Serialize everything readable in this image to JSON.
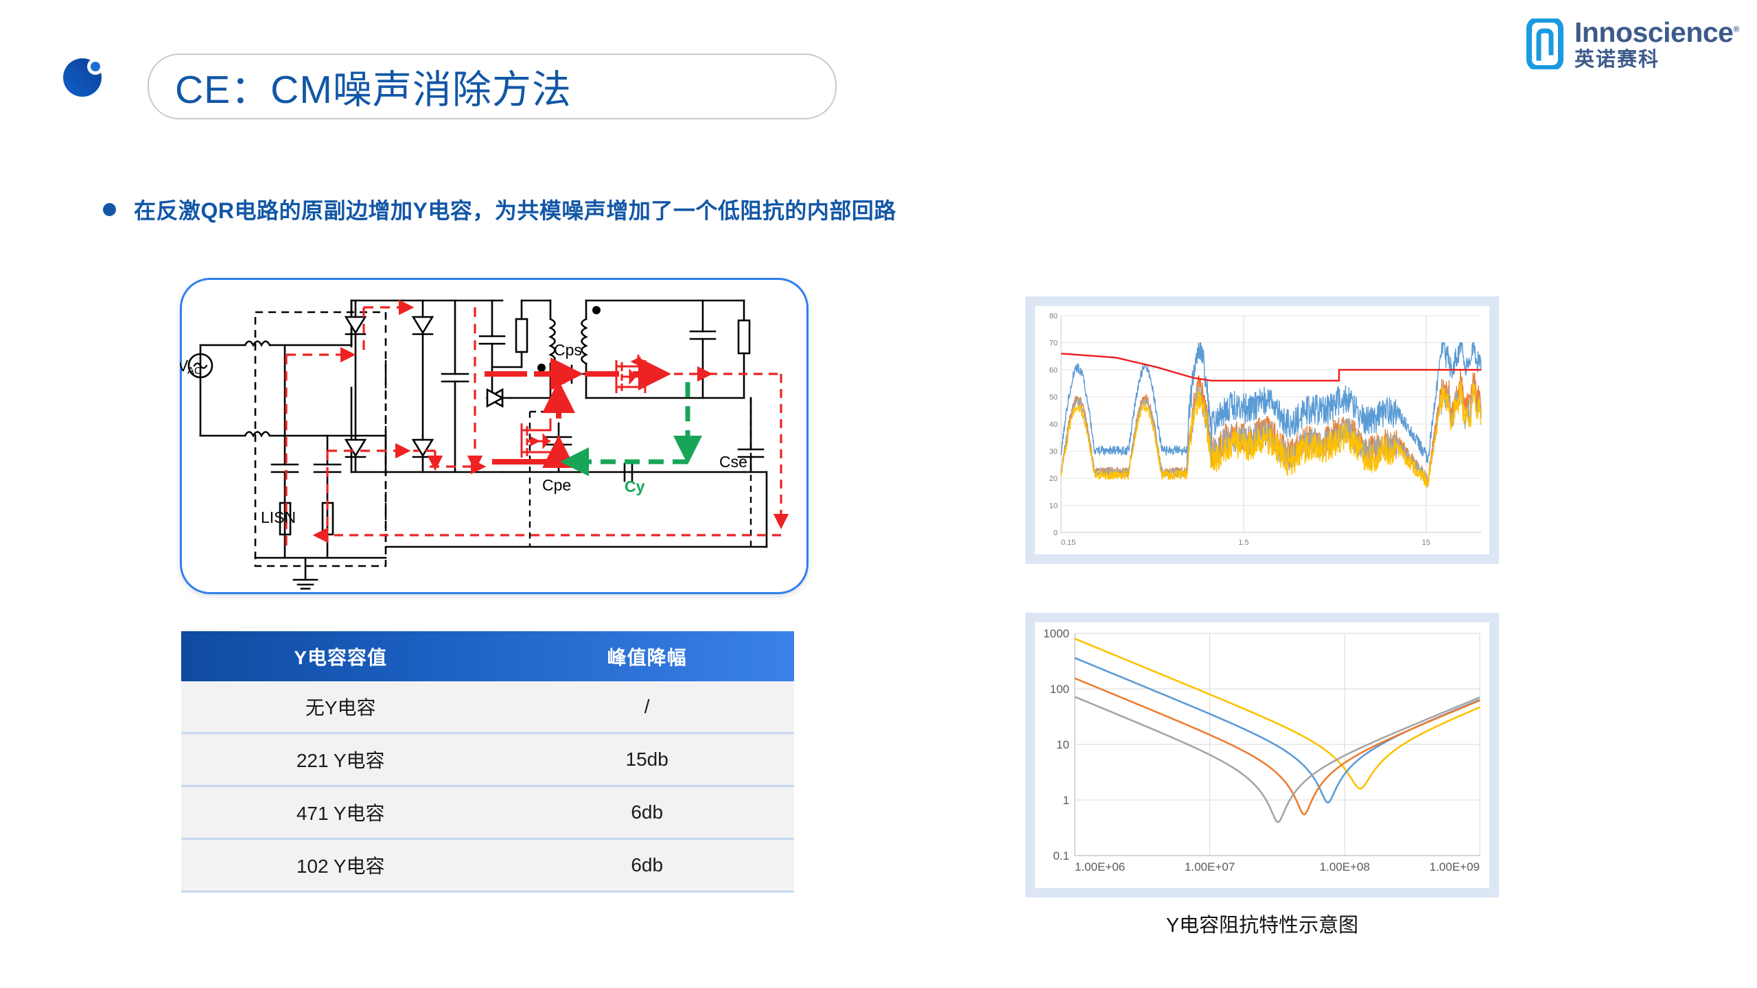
{
  "brand": {
    "name_en": "Innoscience",
    "name_cn": "英诺赛科",
    "trademark": "®",
    "mark_icon": "innoscience-logo-icon",
    "color": "#3c5a8a",
    "mark_color": "#1a9ae0"
  },
  "slide": {
    "title": "CE：CM噪声消除方法",
    "title_color": "#1257a6",
    "badge_icon": "blue-circle-badge-icon",
    "bullet": {
      "marker_icon": "bullet-dot-icon",
      "text": "在反激QR电路的原副边增加Y电容，为共模噪声增加了一个低阻抗的内部回路",
      "color": "#1257a6"
    }
  },
  "circuit": {
    "title": "flyback-qr-cm-noise-path-diagram",
    "border_color": "#2f80ed",
    "labels": {
      "vac": "V",
      "vac_sub": "AC",
      "lisn": "LISN",
      "cps": "Cps",
      "cpe": "Cpe",
      "cy": "Cy",
      "cse": "Cse"
    },
    "path_colors": {
      "cm_noise_red": "#ee2222",
      "y_cap_loop_green": "#18a558",
      "wire_black": "#000000"
    }
  },
  "table": {
    "headers": [
      "Y电容容值",
      "峰值降幅"
    ],
    "header_gradient": [
      "#0f4ba0",
      "#3b82e8"
    ],
    "rows": [
      [
        "无Y电容",
        "/"
      ],
      [
        "221 Y电容",
        "15db"
      ],
      [
        "471 Y电容",
        "6db"
      ],
      [
        "102 Y电容",
        "6db"
      ]
    ]
  },
  "chart_data": [
    {
      "type": "line",
      "name": "ce-emi-spectrum-chart",
      "title": "",
      "xlabel": "",
      "ylabel": "",
      "xscale": "log",
      "xlim": [
        0.15,
        30
      ],
      "ylim": [
        0,
        80
      ],
      "xticks": [
        "0.15",
        "1.5",
        "15"
      ],
      "yticks": [
        "0",
        "10",
        "20",
        "30",
        "40",
        "50",
        "60",
        "70",
        "80"
      ],
      "grid": true,
      "legend": "none",
      "series": [
        {
          "name": "limit-line",
          "color": "#ee1b1b",
          "kind": "limit",
          "points": [
            [
              0.15,
              66
            ],
            [
              0.3,
              64.5
            ],
            [
              0.5,
              61
            ],
            [
              0.8,
              57
            ],
            [
              1.0,
              56
            ],
            [
              5.0,
              56
            ],
            [
              5.0,
              60
            ],
            [
              30,
              60
            ]
          ]
        },
        {
          "name": "no-y-cap",
          "color": "#5b9bd5",
          "peak": 69,
          "floor": 28,
          "avg": 47
        },
        {
          "name": "y-cap-221",
          "color": "#ed7d31",
          "peak": 55,
          "floor": 20,
          "avg": 36
        },
        {
          "name": "y-cap-471",
          "color": "#a5a5a5",
          "peak": 52,
          "floor": 20,
          "avg": 35
        },
        {
          "name": "y-cap-102",
          "color": "#ffc000",
          "peak": 51,
          "floor": 19,
          "avg": 33
        }
      ]
    },
    {
      "type": "line",
      "name": "y-cap-impedance-chart",
      "title": "Y电容阻抗特性示意图",
      "xlabel": "",
      "ylabel": "",
      "xscale": "log",
      "yscale": "log",
      "xlim": [
        1000000,
        1000000000
      ],
      "ylim": [
        0.1,
        1000
      ],
      "xticks": [
        "1.00E+06",
        "1.00E+07",
        "1.00E+08",
        "1.00E+09"
      ],
      "yticks": [
        "0.1",
        "1",
        "10",
        "100",
        "1000"
      ],
      "grid": true,
      "legend": "none",
      "series": [
        {
          "name": "102-y-cap",
          "color": "#ffc000",
          "z_start": 800,
          "f_res": 130000000.0,
          "z_min": 1.6
        },
        {
          "name": "471-y-cap",
          "color": "#5b9bd5",
          "z_start": 360,
          "f_res": 75000000.0,
          "z_min": 0.9
        },
        {
          "name": "221-y-cap",
          "color": "#ed7d31",
          "z_start": 155,
          "f_res": 50000000.0,
          "z_min": 0.55
        },
        {
          "name": "101-y-cap",
          "color": "#a5a5a5",
          "z_start": 72,
          "f_res": 32000000.0,
          "z_min": 0.4
        }
      ]
    }
  ]
}
